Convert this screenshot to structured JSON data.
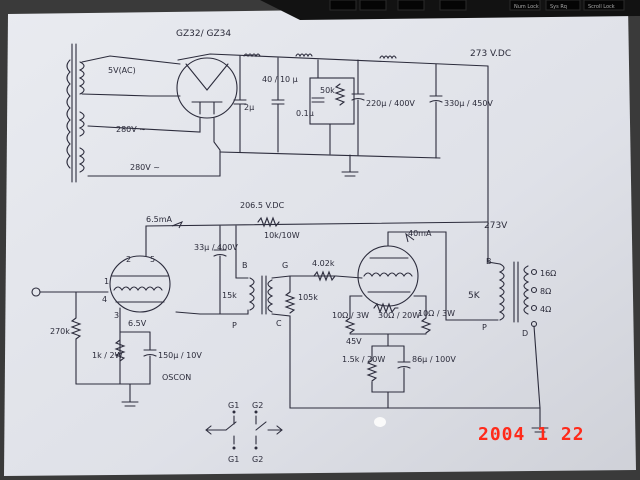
{
  "keyboard": {
    "keys": [
      "Num Lock",
      "Sys Rq",
      "Scroll Lock"
    ]
  },
  "power_supply": {
    "rectifier_label": "GZ32/ GZ34",
    "ac_5v": "5V(AC)",
    "ac_280v_top": "280V ~",
    "ac_280v_bottom": "280V ~",
    "cap_1": "2µ",
    "cap_2": "40 / 10 µ",
    "cap_3": "0.1µ",
    "res_50k": "50k",
    "cap_220": "220µ / 400V",
    "cap_330": "330µ / 450V",
    "vdc_out": "273 V.DC"
  },
  "amplifier": {
    "current_1": "6.5mA",
    "current_2": "40mA",
    "vdc_mid": "206.5 V.DC",
    "res_10k": "10k/10W",
    "b_plus": "273V",
    "cap_33": "33µ / 400V",
    "pin_1": "1",
    "pin_2": "2",
    "pin_3": "3",
    "pin_4": "4",
    "pin_5": "5",
    "res_270k": "270k",
    "res_1k": "1k / 2W",
    "cap_150": "150µ / 10V",
    "oscon": "OSCON",
    "bias_65": "6.5V",
    "label_B1": "B",
    "label_P1": "P",
    "label_15k": "15k",
    "label_G": "G",
    "label_C": "C",
    "res_105k": "105k",
    "res_402k": "4.02k",
    "res_10_left": "10Ω / 3W",
    "res_30": "30Ω / 20W",
    "res_10_right": "10Ω / 3W",
    "volt_45": "45V",
    "res_15k": "1.5k / 20W",
    "cap_86": "86µ / 100V",
    "label_B2": "B",
    "label_P2": "P",
    "label_5k": "5K",
    "label_D": "D",
    "out_16": "16Ω",
    "out_8": "8Ω",
    "out_4": "4Ω",
    "g1_top": "G1",
    "g2_top": "G2",
    "g1_bottom": "G1",
    "g2_bottom": "G2"
  },
  "date_stamp": "2004  1  22"
}
